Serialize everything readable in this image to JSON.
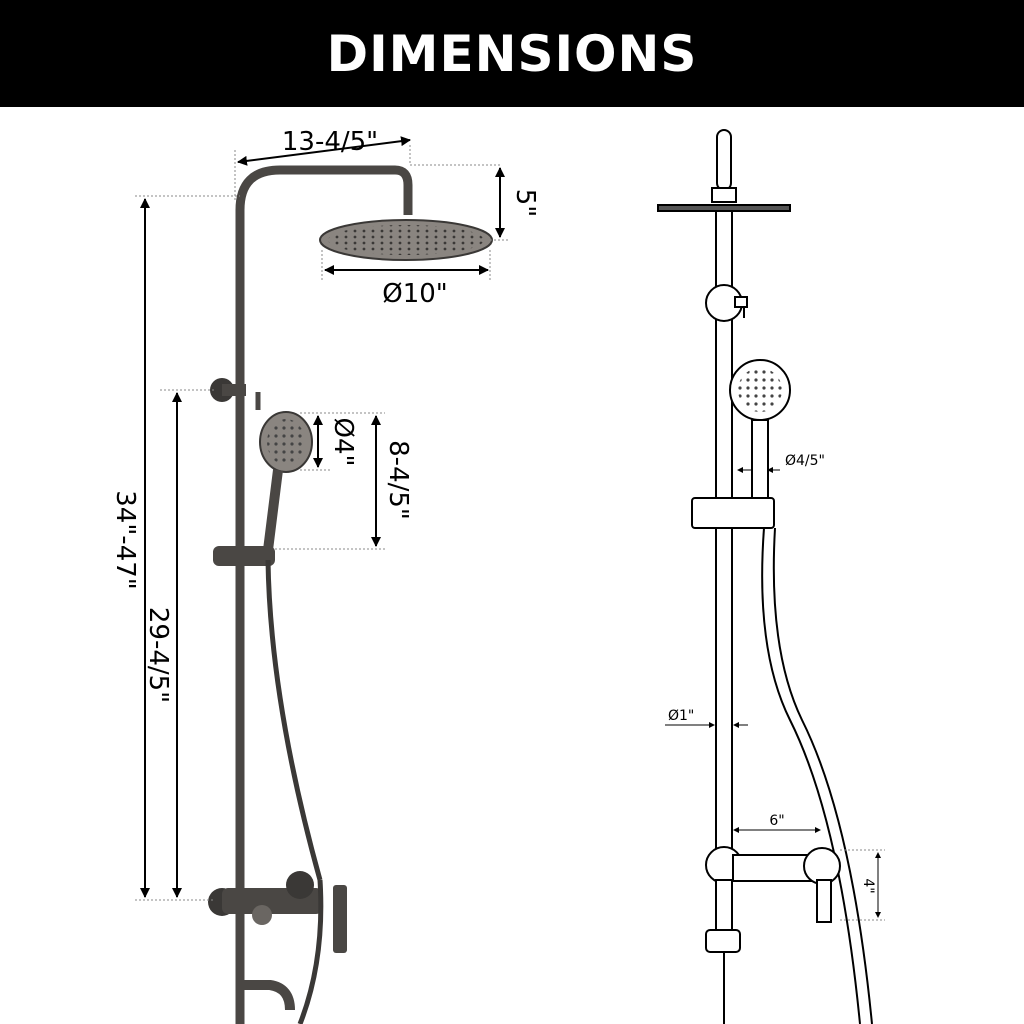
{
  "title": "DIMENSIONS",
  "left_view": {
    "arm_length": "13-4/5\"",
    "head_height": "5\"",
    "head_diameter": "Ø10\"",
    "handheld_diameter": "Ø4\"",
    "handheld_length": "8-4/5\"",
    "total_height": "34\"-47\"",
    "slide_height": "29-4/5\""
  },
  "right_view": {
    "handle_diameter": "Ø4/5\"",
    "pipe_diameter": "Ø1\"",
    "valve_spacing": "6\"",
    "valve_height": "4\""
  },
  "colors": {
    "fixture": "#4a4744",
    "header": "#000000"
  }
}
